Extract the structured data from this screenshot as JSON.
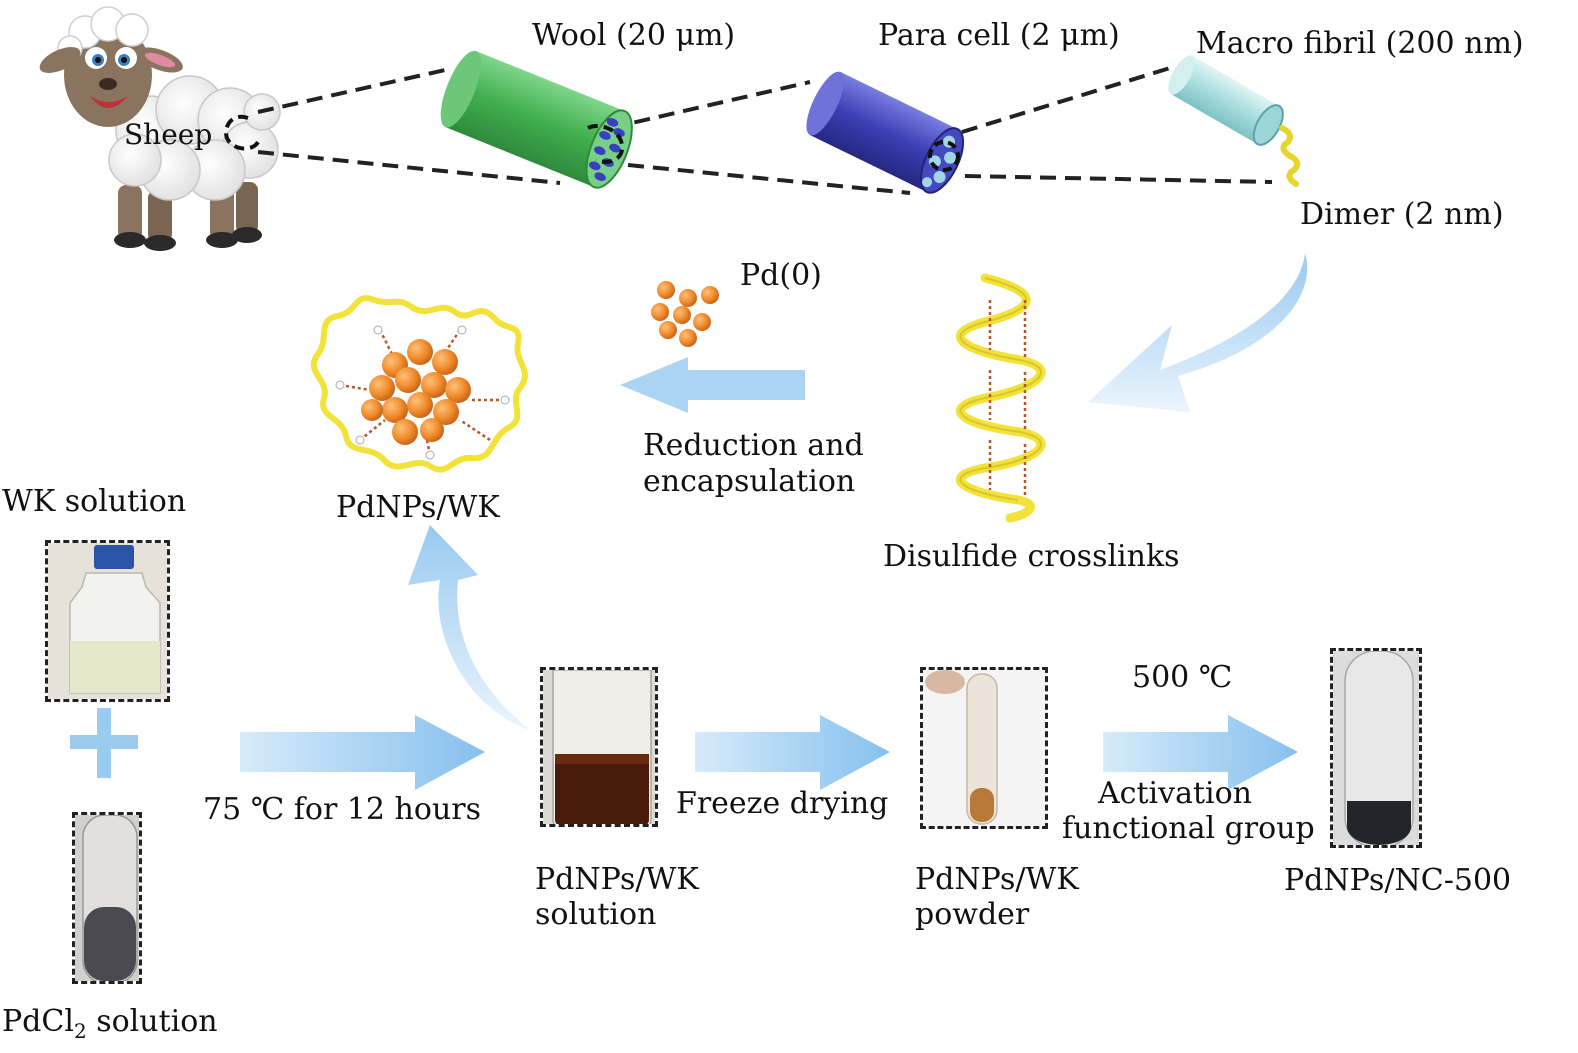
{
  "hierarchy": {
    "sheep": "Sheep",
    "wool": "Wool (20 μm)",
    "para_cell": "Para cell (2 μm)",
    "macro_fibril": "Macro fibril (200 nm)",
    "dimer": "Dimer (2 nm)"
  },
  "middle": {
    "pd0": "Pd(0)",
    "reduction_line1": "Reduction and",
    "reduction_line2": "encapsulation",
    "pdnps_wk": "PdNPs/WK",
    "disulfide": "Disulfide crosslinks"
  },
  "process": {
    "wk_solution": "WK solution",
    "pdcl2_prefix": "PdCl",
    "pdcl2_sub": "2",
    "pdcl2_suffix": " solution",
    "step1": "75 ℃ for 12 hours",
    "sol_line1": "PdNPs/WK",
    "sol_line2": "solution",
    "step2": "Freeze drying",
    "powder_line1": "PdNPs/WK",
    "powder_line2": "powder",
    "temp": "500 ℃",
    "act_line1": "Activation",
    "act_line2": "functional group",
    "final": "PdNPs/NC-500"
  },
  "colors": {
    "arrow": "#9ccbf0",
    "wool": "#4cbb5a",
    "para_cell": "#3d3fb5",
    "macro_fibril": "#b6e3e3",
    "helix": "#f2e23a",
    "nanoparticle": "#f08a2a"
  }
}
